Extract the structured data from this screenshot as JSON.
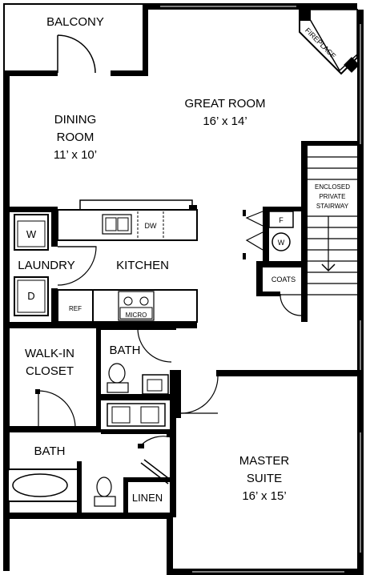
{
  "plan": {
    "rooms": {
      "balcony": "BALCONY",
      "dining_line1": "DINING",
      "dining_line2": "ROOM",
      "dining_size": "11’ x 10’",
      "great_room": "GREAT ROOM",
      "great_room_size": "16’ x 14’",
      "fireplace": "FIREPLACE",
      "stair_line1": "ENCLOSED",
      "stair_line2": "PRIVATE",
      "stair_line3": "STAIRWAY",
      "laundry": "LAUNDRY",
      "kitchen": "KITCHEN",
      "coats": "COATS",
      "walkin_line1": "WALK-IN",
      "walkin_line2": "CLOSET",
      "bath_upper": "BATH",
      "bath_lower": "BATH",
      "master_line1": "MASTER",
      "master_line2": "SUITE",
      "master_size": "16’ x 15’",
      "linen": "LINEN"
    },
    "fixtures": {
      "washer": "W",
      "dryer": "D",
      "dishwasher": "DW",
      "refrigerator": "REF",
      "microwave": "MICRO",
      "furnace": "F",
      "water_heater": "W"
    }
  }
}
